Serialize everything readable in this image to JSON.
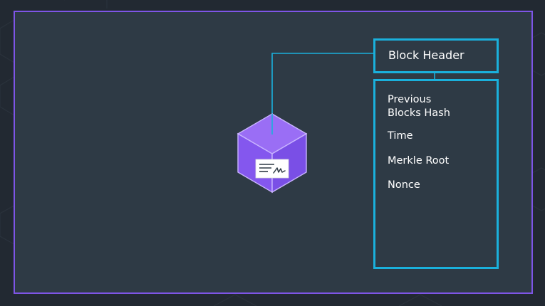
{
  "diagram": {
    "header_label": "Block Header",
    "fields": [
      {
        "lines": [
          "Previous",
          "Blocks Hash"
        ]
      },
      {
        "lines": [
          "Time"
        ]
      },
      {
        "lines": [
          "Merkle Root"
        ]
      },
      {
        "lines": [
          "Nonce"
        ]
      }
    ]
  },
  "colors": {
    "frame": "#7e55e6",
    "panel": "#2e3a45",
    "accent": "#1ab0dc",
    "cube_light": "#9a6ef5",
    "cube_mid": "#8457ee",
    "cube_dark": "#6f46d6"
  },
  "icons": {
    "block": "cube-icon",
    "certificate": "signed-document-icon"
  }
}
